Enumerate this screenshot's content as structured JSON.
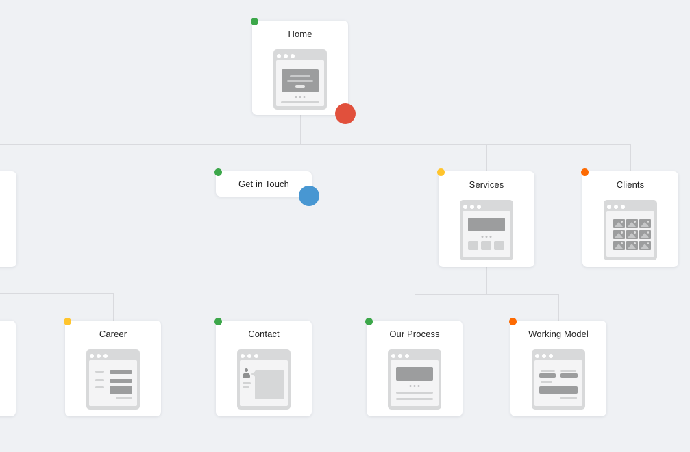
{
  "app": {
    "background_color": "#eff1f4",
    "connector_color": "#d9dade",
    "card_color": "#ffffff"
  },
  "status_colors": {
    "green": "#3ca74a",
    "yellow": "#ffc42c",
    "orange": "#fd6a02"
  },
  "sitemap": {
    "nodes": [
      {
        "label": "Home",
        "status_color": "#3ca74a",
        "thumbnail": "text-hero"
      },
      {
        "label": "Get in Touch",
        "status_color": "#3ca74a",
        "thumbnail": "none"
      },
      {
        "label": "Services",
        "status_color": "#ffc42c",
        "thumbnail": "hero-boxes"
      },
      {
        "label": "Clients",
        "status_color": "#fd6a02",
        "thumbnail": "gallery"
      },
      {
        "label": "Career",
        "status_color": "#ffc42c",
        "thumbnail": "list"
      },
      {
        "label": "Contact",
        "status_color": "#3ca74a",
        "thumbnail": "contact-bubble"
      },
      {
        "label": "Our Process",
        "status_color": "#3ca74a",
        "thumbnail": "hero-lines"
      },
      {
        "label": "Working Model",
        "status_color": "#fd6a02",
        "thumbnail": "content-blocks"
      }
    ],
    "edges": [
      {
        "from": "Home",
        "to": "Get in Touch"
      },
      {
        "from": "Home",
        "to": "Services"
      },
      {
        "from": "Home",
        "to": "Clients"
      },
      {
        "from": "Home",
        "to": "offscreen-left-page"
      },
      {
        "from": "Get in Touch",
        "to": "Contact"
      },
      {
        "from": "Services",
        "to": "Our Process"
      },
      {
        "from": "Services",
        "to": "Working Model"
      },
      {
        "from": "offscreen-left-page",
        "to": "Career"
      }
    ],
    "offscreen_partial_cards": 2
  },
  "cursors": [
    {
      "name": "collaborator-cursor-red",
      "color": "#e1503c"
    },
    {
      "name": "collaborator-cursor-blue",
      "color": "#4897d2"
    }
  ]
}
